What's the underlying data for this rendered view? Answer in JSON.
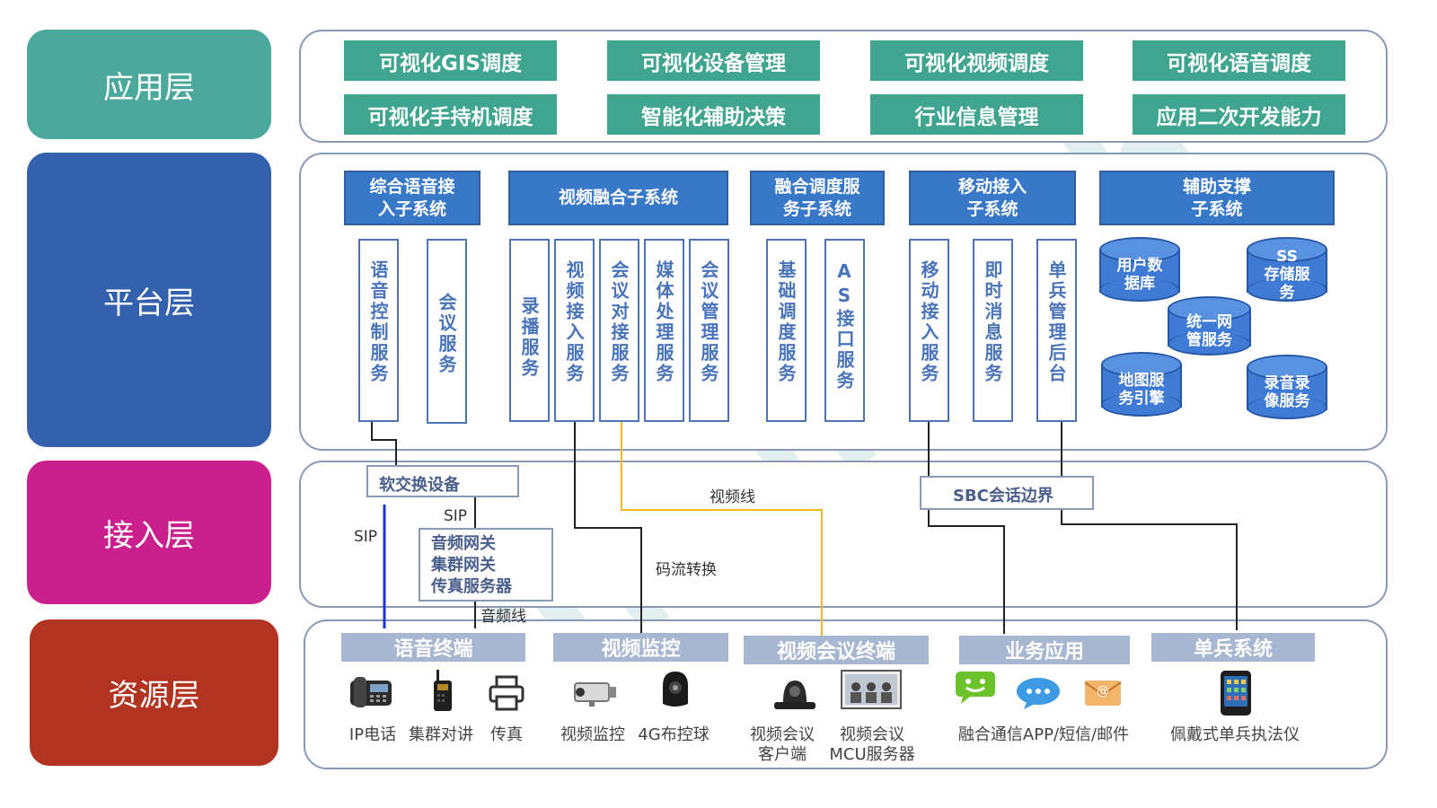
{
  "layers": {
    "app": "应用层",
    "platform": "平台层",
    "access": "接入层",
    "resource": "资源层"
  },
  "app_modules": [
    "可视化GIS调度",
    "可视化设备管理",
    "可视化视频调度",
    "可视化语音调度",
    "可视化手持机调度",
    "智能化辅助决策",
    "行业信息管理",
    "应用二次开发能力"
  ],
  "subsystems": [
    "综合语音接\n入子系统",
    "视频融合子系统",
    "融合调度服\n务子系统",
    "移动接入\n子系统",
    "辅助支撑\n子系统"
  ],
  "services": [
    "语音控制服务",
    "会议服务",
    "录播服务",
    "视频接入服务",
    "会议对接服务",
    "媒体处理服务",
    "会议管理服务",
    "基础调度服务",
    "AS接口服务",
    "移动接入服务",
    "即时消息服务",
    "单兵管理后台"
  ],
  "support_services": [
    "用户数\n据库",
    "SS\n存储服\n务",
    "统一网\n管服务",
    "地图服\n务引擎",
    "录音录\n像服务"
  ],
  "access": {
    "softswitch": "软交换设备",
    "gateway_lines": [
      "音频网关",
      "集群网关",
      "传真服务器"
    ],
    "sbc": "SBC会话边界",
    "sip_a": "SIP",
    "sip_b": "SIP",
    "video_line": "视频线",
    "stream_conv": "码流转换",
    "audio_line": "音频线"
  },
  "resource_categories": [
    "语音终端",
    "视频监控",
    "视频会议终端",
    "业务应用",
    "单兵系统"
  ],
  "devices": [
    "IP电话",
    "集群对讲",
    "传真",
    "视频监控",
    "4G布控球",
    "视频会议\n客户端",
    "视频会议\nMCU服务器",
    "融合通信APP/短信/邮件",
    "佩戴式单兵执法仪"
  ],
  "colors": {
    "app_layer": "#4aa99a",
    "platform_layer": "#3461ad",
    "access_layer": "#cc1f8e",
    "resource_layer": "#b13320",
    "app_module": "#3fa58f",
    "subsystem": "#3778c8",
    "video_line": "#f5b720",
    "sip_line": "#1c36d6"
  }
}
